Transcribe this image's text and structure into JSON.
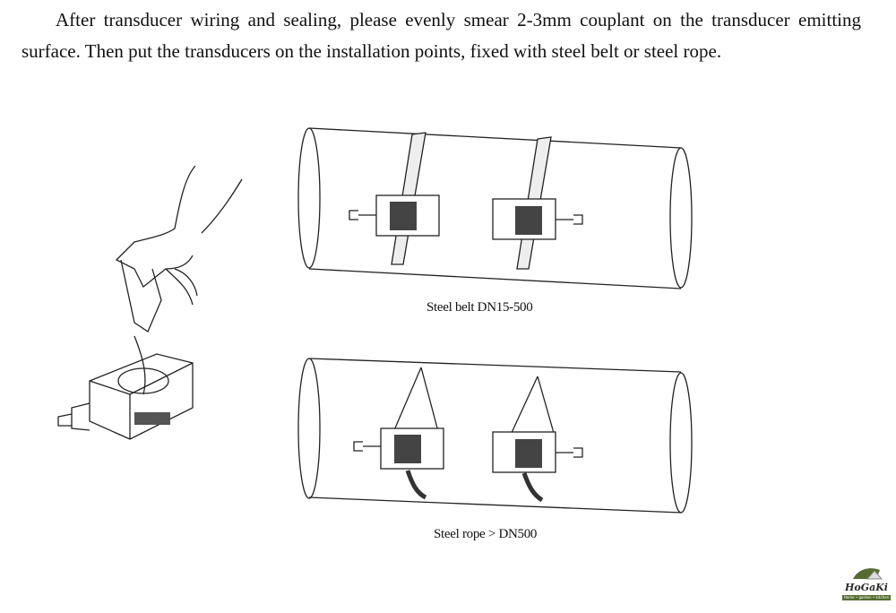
{
  "instruction_text": "After transducer wiring and sealing, please evenly smear 2-3mm couplant on the transducer emitting surface. Then put the transducers on the installation points, fixed with steel belt or steel rope.",
  "figures": {
    "steel_belt_caption": "Steel belt  DN15-500",
    "steel_rope_caption": "Steel rope > DN500"
  },
  "logo": {
    "name": "HoGaKi",
    "tagline": "Home • garden • kitchen"
  }
}
